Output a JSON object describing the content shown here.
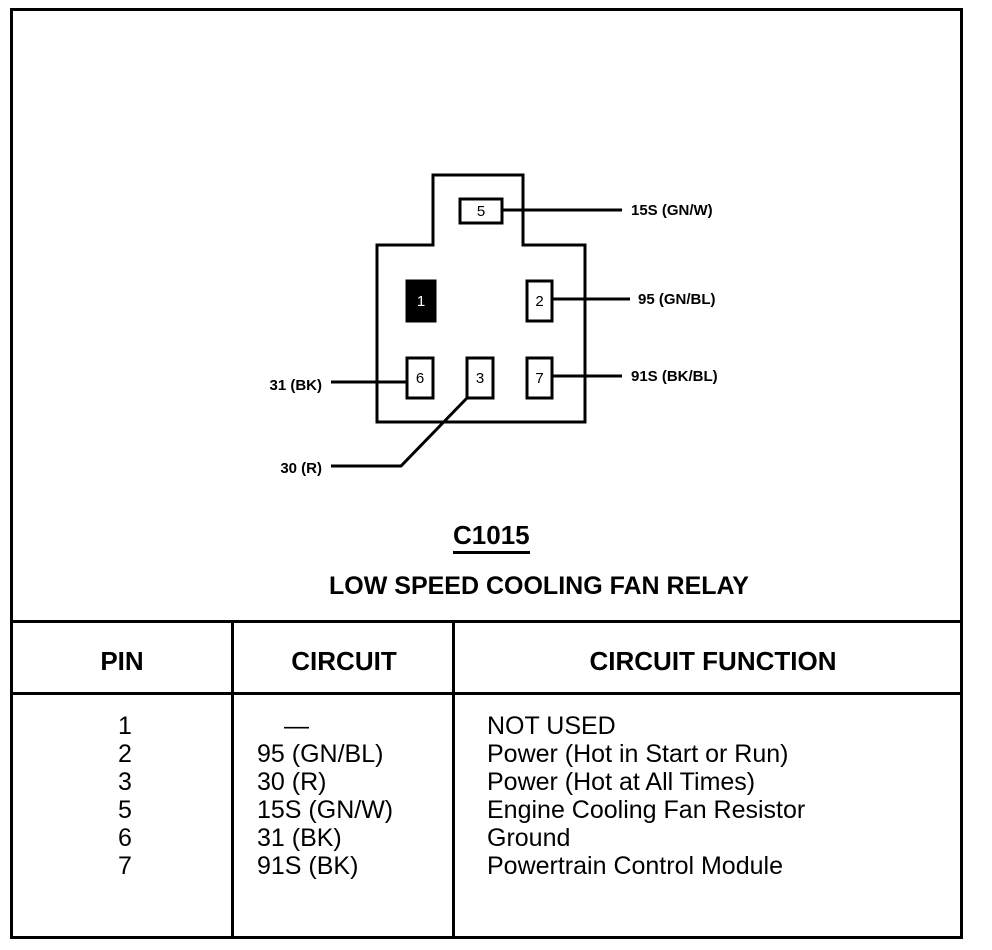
{
  "connector": {
    "id": "C1015",
    "name": "LOW SPEED COOLING FAN RELAY"
  },
  "pins": [
    {
      "number": "5",
      "wire_label": "15S (GN/W)",
      "filled": false
    },
    {
      "number": "1",
      "wire_label": "",
      "filled": true
    },
    {
      "number": "2",
      "wire_label": "95 (GN/BL)",
      "filled": false
    },
    {
      "number": "6",
      "wire_label": "31 (BK)",
      "filled": false
    },
    {
      "number": "3",
      "wire_label": "30 (R)",
      "filled": false
    },
    {
      "number": "7",
      "wire_label": "91S (BK/BL)",
      "filled": false
    }
  ],
  "table": {
    "headers": {
      "pin": "PIN",
      "circuit": "CIRCUIT",
      "function": "CIRCUIT FUNCTION"
    },
    "rows": [
      {
        "pin": "1",
        "circuit": "—",
        "function": "NOT USED"
      },
      {
        "pin": "2",
        "circuit": "95 (GN/BL)",
        "function": "Power (Hot in Start or Run)"
      },
      {
        "pin": "3",
        "circuit": "30 (R)",
        "function": "Power (Hot at All Times)"
      },
      {
        "pin": "5",
        "circuit": "15S (GN/W)",
        "function": "Engine Cooling Fan Resistor"
      },
      {
        "pin": "6",
        "circuit": "31 (BK)",
        "function": "Ground"
      },
      {
        "pin": "7",
        "circuit": "91S (BK)",
        "function": "Powertrain Control Module"
      }
    ]
  }
}
